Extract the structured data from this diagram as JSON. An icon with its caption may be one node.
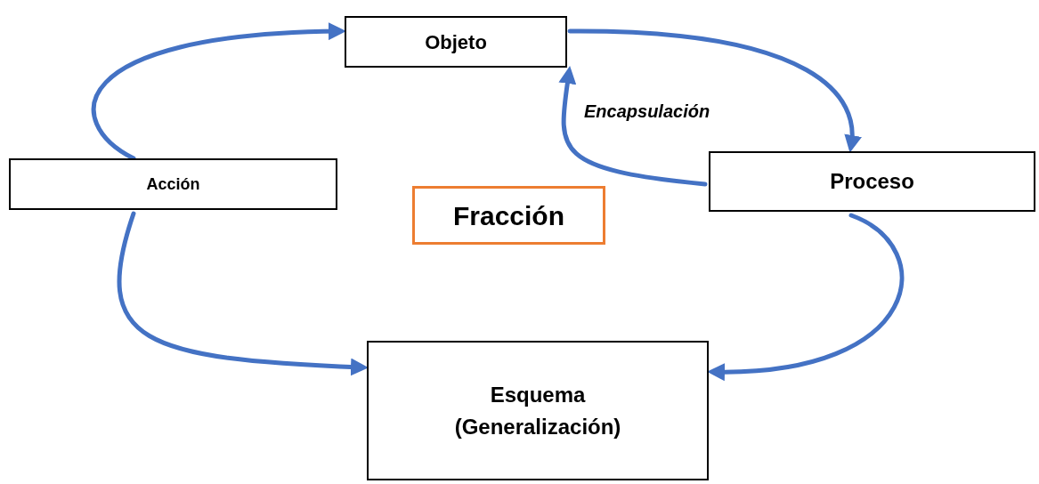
{
  "diagram": {
    "nodes": [
      {
        "text": [
          "Objeto"
        ]
      },
      {
        "text": [
          "Acción"
        ]
      },
      {
        "text": [
          "Fracción"
        ]
      },
      {
        "text": [
          "Proceso"
        ]
      },
      {
        "text": [
          "Esquema",
          "(Generalización)"
        ]
      }
    ],
    "edges": [
      {
        "from": 1,
        "to": 0,
        "arrow": "to"
      },
      {
        "from": 0,
        "to": 3,
        "arrow": "to"
      },
      {
        "from": 3,
        "to": 0,
        "arrow": "to",
        "label": "Encapsulación"
      },
      {
        "from": 1,
        "to": 4,
        "arrow": "to"
      },
      {
        "from": 3,
        "to": 4,
        "arrow": "to"
      }
    ]
  }
}
